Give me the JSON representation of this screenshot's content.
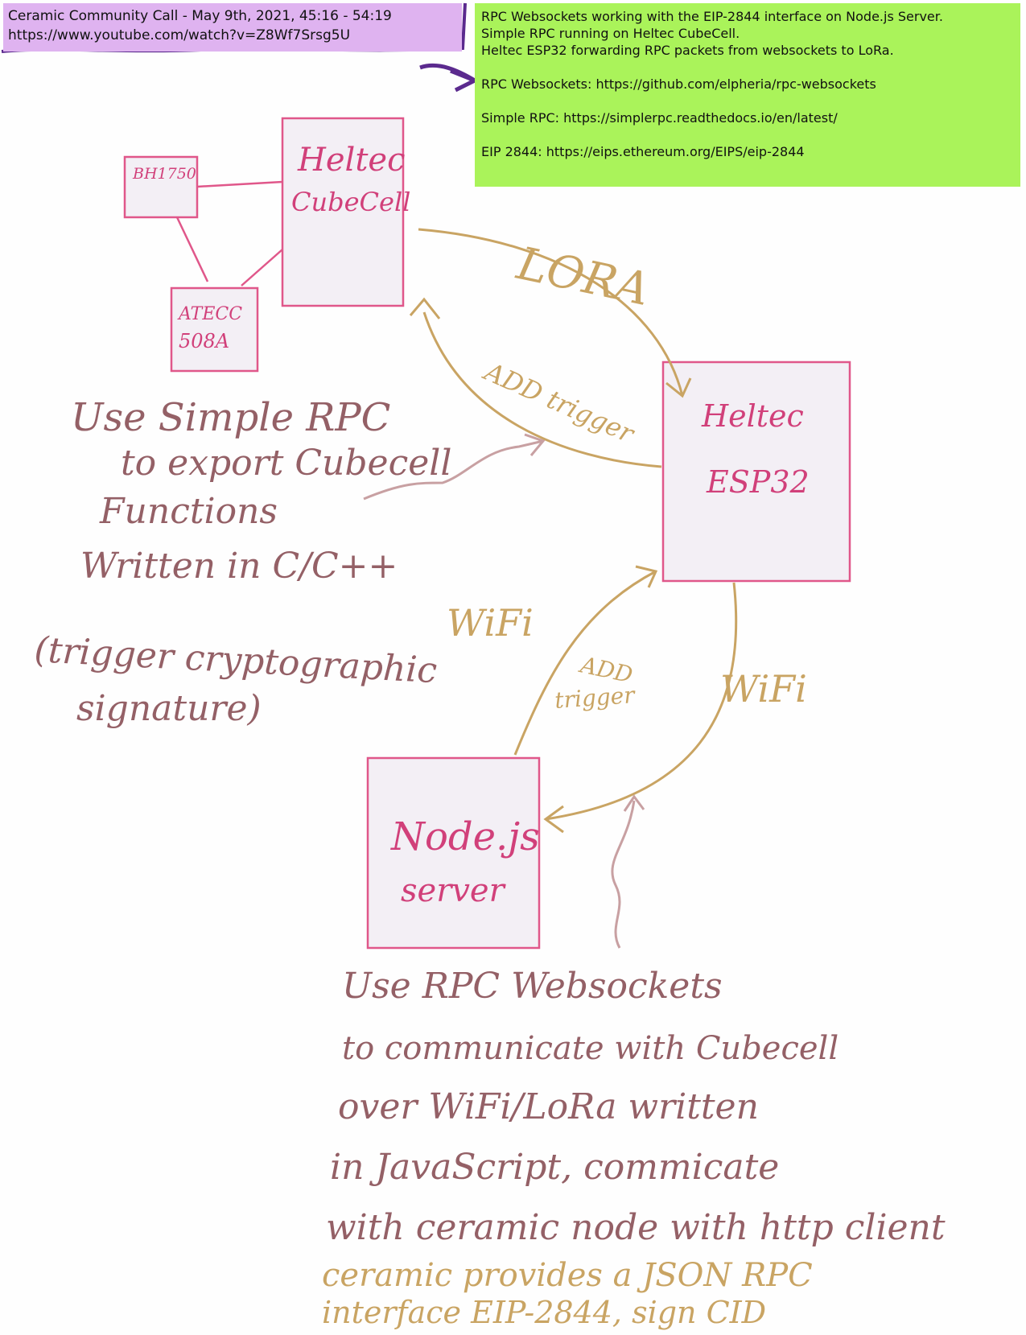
{
  "caption": {
    "line1": "Ceramic Community Call - May 9th, 2021, 45:16 - 54:19",
    "line2": "https://www.youtube.com/watch?v=Z8Wf7Srsg5U"
  },
  "notes": {
    "lines": [
      "RPC Websockets working with the EIP-2844 interface on Node.js Server.",
      "Simple RPC running on Heltec CubeCell.",
      "Heltec ESP32 forwarding RPC packets from websockets to LoRa."
    ],
    "links": [
      "RPC Websockets: https://github.com/elpheria/rpc-websockets",
      "Simple RPC: https://simplerpc.readthedocs.io/en/latest/",
      "EIP 2844: https://eips.ethereum.org/EIPS/eip-2844"
    ]
  },
  "nodes": {
    "bh1750": "BH1750",
    "atecc_line1": "ATECC",
    "atecc_line2": "508A",
    "cubecell_line1": "Heltec",
    "cubecell_line2": "CubeCell",
    "esp32_line1": "Heltec",
    "esp32_line2": "ESP32",
    "nodejs_line1": "Node.js",
    "nodejs_line2": "server"
  },
  "edges": {
    "lora": "LORA",
    "add_trigger_top": "ADD trigger",
    "wifi_left": "WiFi",
    "add_trigger_bottom_line1": "ADD",
    "add_trigger_bottom_line2": "trigger",
    "wifi_right": "WiFi"
  },
  "annotations": {
    "simple_rpc": [
      "Use Simple RPC",
      "to export Cubecell",
      "Functions",
      "Written in C/C++",
      "(trigger cryptographic",
      "signature)"
    ],
    "rpc_websockets": [
      "Use RPC Websockets",
      "to communicate with Cubecell",
      "over WiFi/LoRa written",
      "in JavaScript, commicate",
      "with ceramic node with http client"
    ],
    "ceramic": [
      "ceramic provides a JSON RPC",
      "interface EIP-2844, sign CID"
    ]
  },
  "colors": {
    "box_stroke": "#e0578a",
    "box_fill": "#f3eff5",
    "pink_text": "#d1407a",
    "brown_text": "#946066",
    "gold": "#c9a463",
    "caption_bg": "#dfb3f0",
    "caption_stroke": "#5b2a8e",
    "notes_bg": "#aaf35a"
  }
}
